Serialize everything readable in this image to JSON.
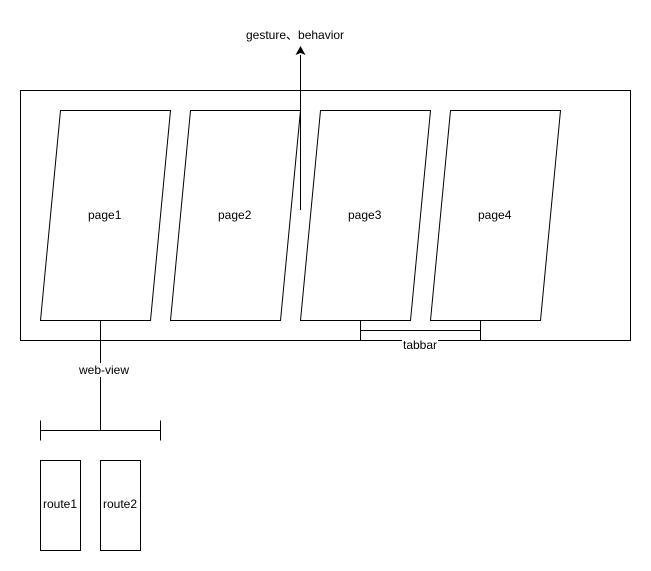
{
  "arrow_label": "gesture、behavior",
  "pages": [
    "page1",
    "page2",
    "page3",
    "page4"
  ],
  "tabbar_label": "tabbar",
  "webview_label": "web-view",
  "routes": [
    "route1",
    "route2"
  ],
  "colors": {
    "stroke": "#000000",
    "background": "#ffffff"
  }
}
